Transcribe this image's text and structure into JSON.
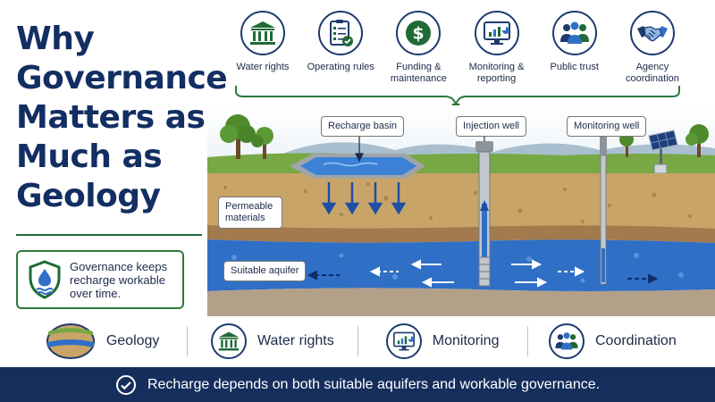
{
  "title": {
    "line1": "Why",
    "line2": "Governance",
    "line3": "Matters as",
    "line4": "Much as",
    "line5": "Geology"
  },
  "callout": {
    "text": "Governance keeps recharge workable over time."
  },
  "governance": {
    "items": [
      {
        "label": "Water rights",
        "icon": "courthouse-icon"
      },
      {
        "label": "Operating rules",
        "icon": "checklist-icon"
      },
      {
        "label": "Funding & maintenance",
        "icon": "dollar-icon"
      },
      {
        "label": "Monitoring & reporting",
        "icon": "monitor-chart-icon"
      },
      {
        "label": "Public trust",
        "icon": "people-icon"
      },
      {
        "label": "Agency coordination",
        "icon": "handshake-icon"
      }
    ]
  },
  "scene": {
    "recharge_basin": "Recharge basin",
    "injection_well": "Injection well",
    "monitoring_well": "Monitoring well",
    "permeable_materials": "Permeable materials",
    "suitable_aquifer": "Suitable aquifer"
  },
  "bottom": {
    "items": [
      {
        "label": "Geology",
        "icon": "soil-layers-icon"
      },
      {
        "label": "Water rights",
        "icon": "courthouse-icon"
      },
      {
        "label": "Monitoring",
        "icon": "monitor-chart-icon"
      },
      {
        "label": "Coordination",
        "icon": "people-icon"
      }
    ]
  },
  "footer": {
    "text": "Recharge depends on both suitable aquifers and workable governance."
  },
  "colors": {
    "navy": "#122e63",
    "green": "#1f6a35",
    "water": "#2f6fc6",
    "soil": "#c9a468"
  }
}
